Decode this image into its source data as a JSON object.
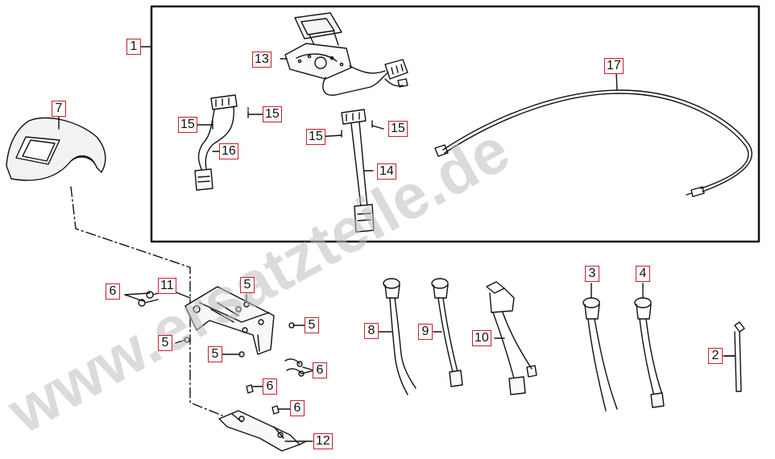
{
  "watermark": "www.ersatzteile.de",
  "labels": {
    "p1": "1",
    "p2": "2",
    "p3": "3",
    "p4": "4",
    "p5a": "5",
    "p5b": "5",
    "p5c": "5",
    "p5d": "5",
    "p6a": "6",
    "p6b": "6",
    "p6c": "6",
    "p6d": "6",
    "p7": "7",
    "p8": "8",
    "p9": "9",
    "p10": "10",
    "p11": "11",
    "p12": "12",
    "p13": "13",
    "p14": "14",
    "p15a": "15",
    "p15b": "15",
    "p15c": "15",
    "p15d": "15",
    "p16": "16",
    "p17": "17"
  },
  "colors": {
    "label_border": "#c8202a",
    "line": "#111111",
    "watermark": "#cccccc"
  }
}
